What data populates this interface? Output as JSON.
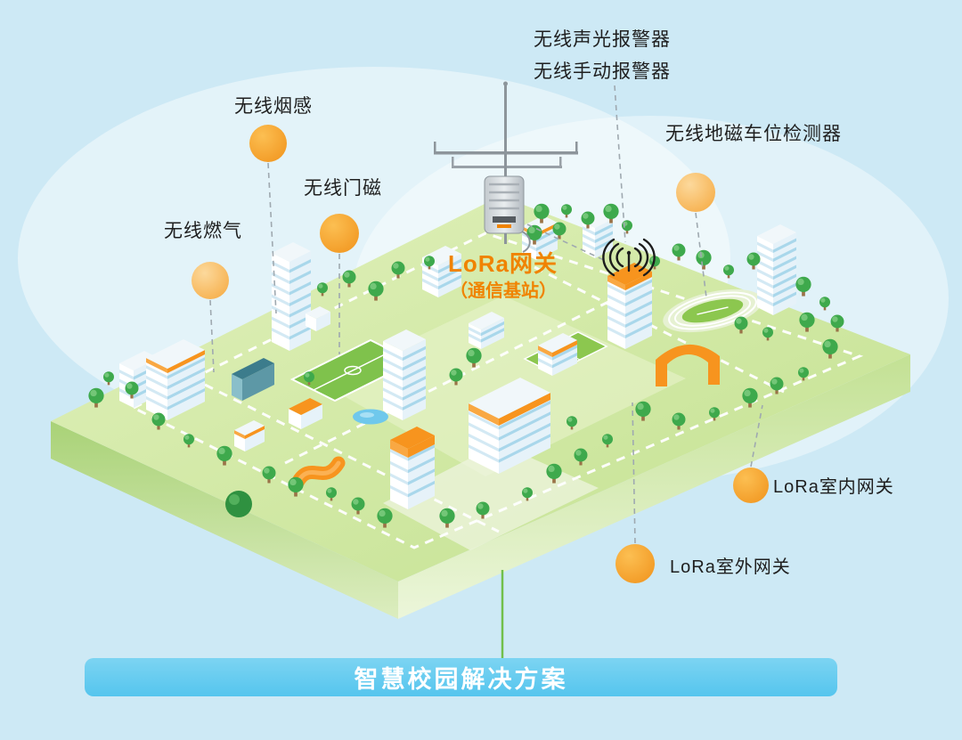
{
  "diagram": {
    "banner_title": "智慧校园解决方案",
    "gateway_label": {
      "title": "LoRa网关",
      "subtitle": "（通信基站）"
    },
    "sensor_labels": {
      "sound_light_alarm": "无线声光报警器",
      "manual_alarm": "无线手动报警器",
      "smoke_detector": "无线烟感",
      "parking_detector": "无线地磁车位检测器",
      "door_magnet": "无线门磁",
      "gas_detector": "无线燃气",
      "indoor_gateway": "LoRa室内网关",
      "outdoor_gateway": "LoRa室外网关"
    },
    "colors": {
      "background": "#cde9f5",
      "marker_orange": "#f0921b",
      "marker_orange_light": "#f5a83e",
      "gateway_text_orange": "#f08300",
      "banner_blue": "#5ec9ef",
      "banner_text": "#ffffff",
      "platform_green": "#c2e18f",
      "platform_side_green": "#a9d277",
      "roof_orange": "#f7941e",
      "label_text": "#1f1f1f"
    }
  }
}
